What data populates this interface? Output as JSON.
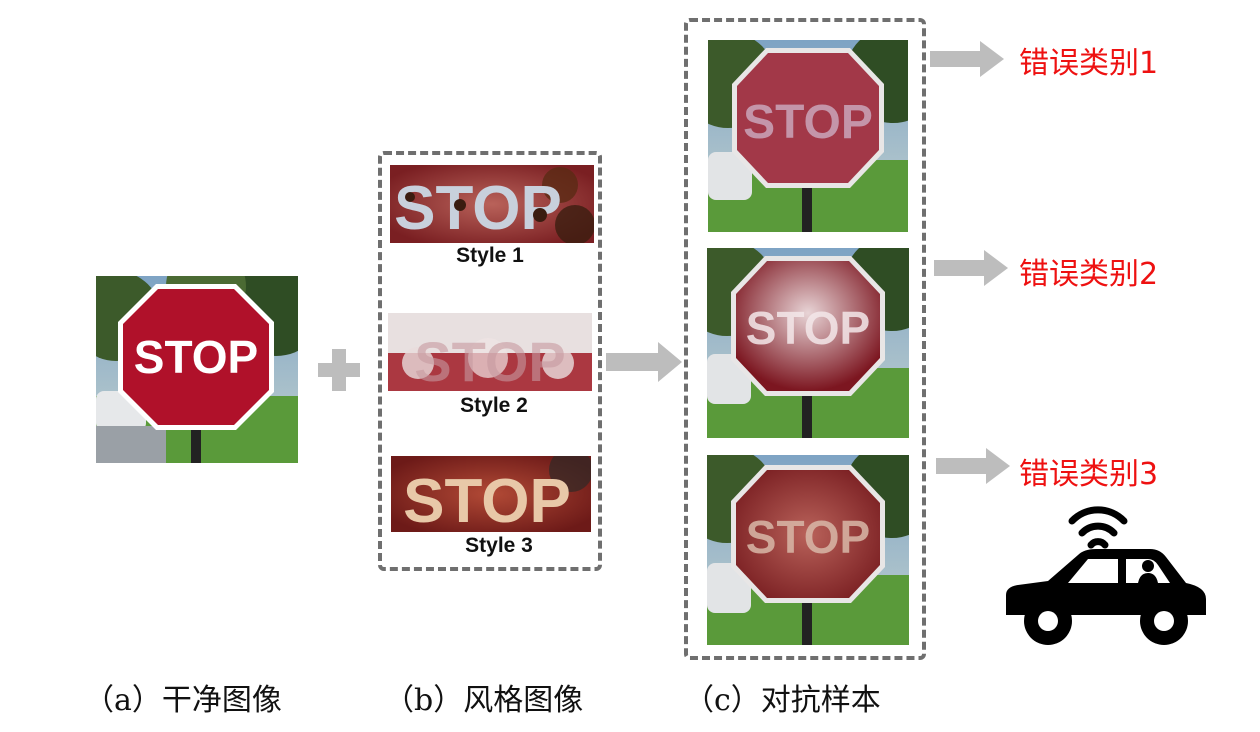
{
  "stop_text": "STOP",
  "styles": [
    {
      "label": "Style 1"
    },
    {
      "label": "Style 2"
    },
    {
      "label": "Style 3"
    }
  ],
  "error_classes": [
    {
      "label": "错误类别1"
    },
    {
      "label": "错误类别2"
    },
    {
      "label": "错误类别3"
    }
  ],
  "captions": [
    {
      "label": "（a）干净图像"
    },
    {
      "label": "（b）风格图像"
    },
    {
      "label": "（c）对抗样本"
    }
  ],
  "colors": {
    "error_text": "#ee1111",
    "arrow": "#bdbdbd",
    "dashed_border": "#6f6f6f",
    "stop_red": "#b0112a"
  }
}
